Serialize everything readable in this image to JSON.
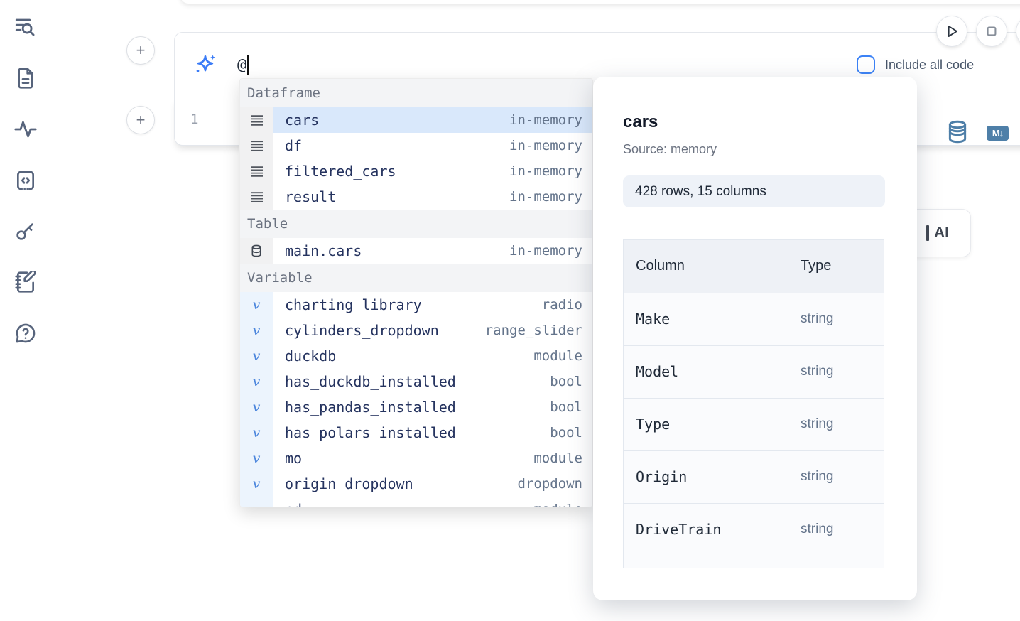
{
  "colors": {
    "accent": "#3b82f6",
    "selection": "#d9e8fb",
    "steel_blue": "#4e7fa8",
    "icon_slate": "#57647c"
  },
  "sidebar": {
    "items": [
      {
        "icon": "list-search-icon"
      },
      {
        "icon": "file-document-icon"
      },
      {
        "icon": "activity-icon"
      },
      {
        "icon": "code-cell-icon"
      },
      {
        "icon": "key-icon"
      },
      {
        "icon": "notebook-pen-icon"
      },
      {
        "icon": "help-chat-icon"
      }
    ]
  },
  "ai_bar": {
    "prompt_value": "@",
    "include_all_code_label": "Include all code",
    "checkbox_checked": false
  },
  "run_controls": {
    "play": "play-icon",
    "stop": "stop-icon"
  },
  "cell": {
    "line_number": "1",
    "markdown_badge": "M↓"
  },
  "ai_card": {
    "label": "AI"
  },
  "autocomplete": {
    "sections": [
      {
        "label": "Dataframe",
        "icon": "dataframe-icon",
        "items": [
          {
            "name": "cars",
            "type": "in-memory",
            "selected": true
          },
          {
            "name": "df",
            "type": "in-memory"
          },
          {
            "name": "filtered_cars",
            "type": "in-memory"
          },
          {
            "name": "result",
            "type": "in-memory"
          }
        ]
      },
      {
        "label": "Table",
        "icon": "database-icon",
        "items": [
          {
            "name": "main.cars",
            "type": "in-memory"
          }
        ]
      },
      {
        "label": "Variable",
        "icon": "variable-icon",
        "items": [
          {
            "name": "charting_library",
            "type": "radio"
          },
          {
            "name": "cylinders_dropdown",
            "type": "range_slider"
          },
          {
            "name": "duckdb",
            "type": "module"
          },
          {
            "name": "has_duckdb_installed",
            "type": "bool"
          },
          {
            "name": "has_pandas_installed",
            "type": "bool"
          },
          {
            "name": "has_polars_installed",
            "type": "bool"
          },
          {
            "name": "mo",
            "type": "module"
          },
          {
            "name": "origin_dropdown",
            "type": "dropdown"
          },
          {
            "name": "pd",
            "type": "module",
            "clipped": true
          }
        ]
      }
    ]
  },
  "preview": {
    "title": "cars",
    "source": "Source: memory",
    "shape_badge": "428 rows, 15 columns",
    "table": {
      "headers": [
        "Column",
        "Type"
      ],
      "rows": [
        {
          "column": "Make",
          "type": "string"
        },
        {
          "column": "Model",
          "type": "string"
        },
        {
          "column": "Type",
          "type": "string"
        },
        {
          "column": "Origin",
          "type": "string"
        },
        {
          "column": "DriveTrain",
          "type": "string"
        }
      ]
    }
  }
}
